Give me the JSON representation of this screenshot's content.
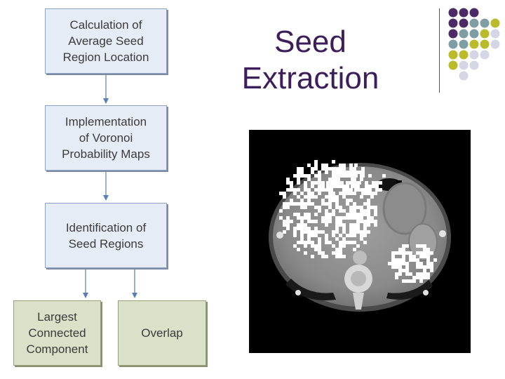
{
  "flowchart": {
    "step1": "Calculation of\nAverage Seed\nRegion Location",
    "step2": "Implementation\nof Voronoi\nProbability Maps",
    "step3": "Identification of\nSeed Regions",
    "output_left": "Largest\nConnected\nComponent",
    "output_right": "Overlap"
  },
  "title": {
    "line1": "Seed",
    "line2": "Extraction"
  },
  "colors": {
    "title": "#3b1e5a",
    "process_box": "#e6ecf6",
    "output_box": "#dbe0c8",
    "arrow": "#5a7fb2",
    "dot_purple": "#4b2a66",
    "dot_teal": "#7f9ea3",
    "dot_olive": "#b9bb2a",
    "dot_lavender": "#d6d5e6"
  },
  "decoration": {
    "dot_grid_rows": [
      [
        "purple",
        "purple",
        "purple",
        "none",
        "none"
      ],
      [
        "purple",
        "purple",
        "teal",
        "teal",
        "olive"
      ],
      [
        "purple",
        "teal",
        "teal",
        "olive",
        "lavender"
      ],
      [
        "teal",
        "teal",
        "olive",
        "olive",
        "lavender"
      ],
      [
        "olive",
        "olive",
        "lavender",
        "lavender",
        "none"
      ],
      [
        "olive",
        "lavender",
        "lavender",
        "none",
        "none"
      ],
      [
        "none",
        "lavender",
        "none",
        "none",
        "none"
      ]
    ]
  },
  "image": {
    "subject": "axial abdominal CT slice with seed region overlay"
  }
}
